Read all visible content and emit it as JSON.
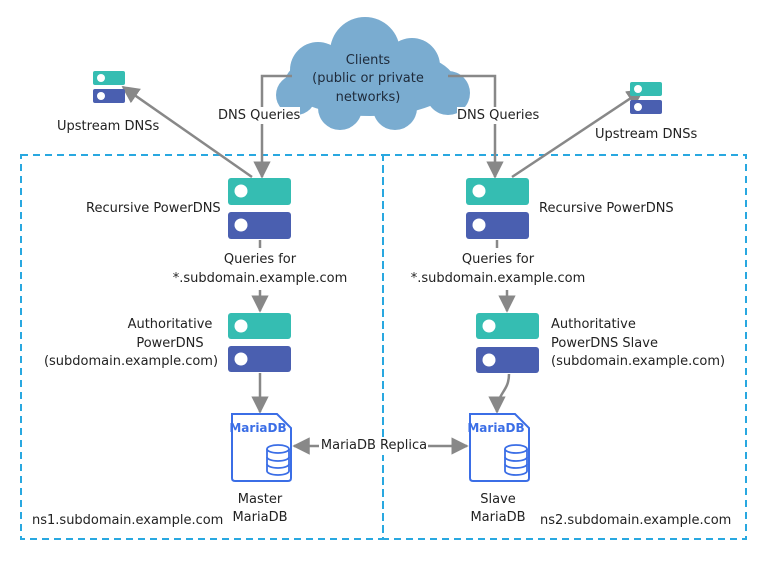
{
  "colors": {
    "teal": "#35bdb2",
    "indigo": "#4a5fb0",
    "cloud": "#7aacd0",
    "arrow": "#888888",
    "dashed_border": "#29a8e0",
    "mariadb_blue": "#3b6ee6"
  },
  "cloud": {
    "lines": [
      "Clients",
      "(public or private",
      "networks)"
    ]
  },
  "left": {
    "upstream_label": "Upstream DNSs",
    "dns_queries": "DNS Queries",
    "recursive_label": "Recursive PowerDNS",
    "queries_for": [
      "Queries for",
      "*.subdomain.example.com"
    ],
    "authoritative": [
      "Authoritative",
      "PowerDNS",
      "(subdomain.example.com)"
    ],
    "db_caption": [
      "Master",
      "MariaDB"
    ],
    "host": "ns1.subdomain.example.com"
  },
  "right": {
    "upstream_label": "Upstream DNSs",
    "dns_queries": "DNS Queries",
    "recursive_label": "Recursive PowerDNS",
    "queries_for": [
      "Queries for",
      "*.subdomain.example.com"
    ],
    "authoritative": [
      "Authoritative",
      "PowerDNS Slave",
      "(subdomain.example.com)"
    ],
    "db_caption": [
      "Slave",
      "MariaDB"
    ],
    "host": "ns2.subdomain.example.com"
  },
  "replica_label": "MariaDB Replica",
  "db_logo_text": "MariaDB",
  "icons": {
    "server": "server-icon",
    "database": "database-icon",
    "cloud": "cloud-icon"
  }
}
